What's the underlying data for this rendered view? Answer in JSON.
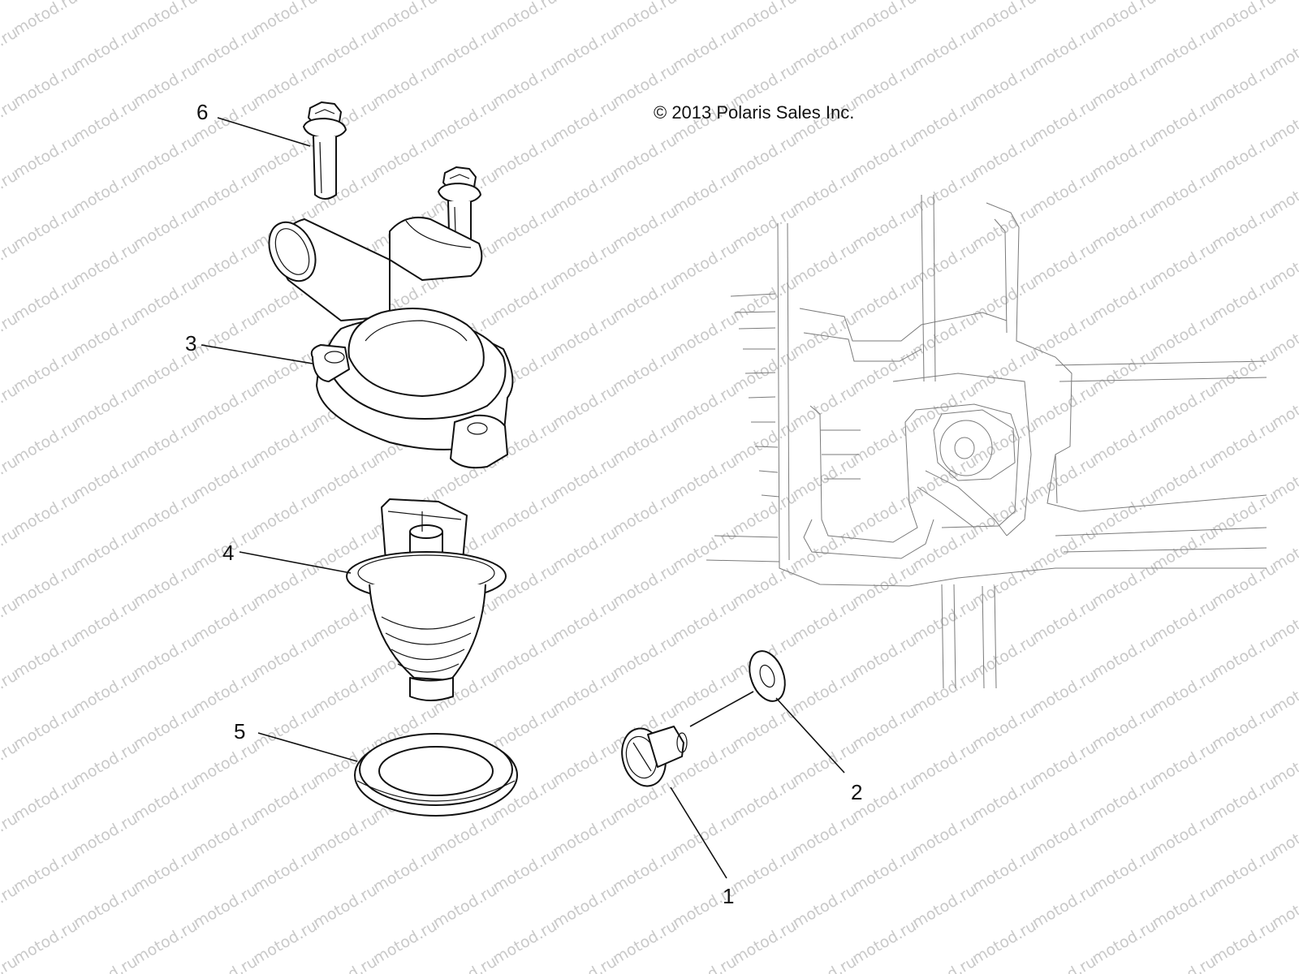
{
  "copyright": "© 2013 Polaris Sales Inc.",
  "watermark": "motod.ru",
  "callouts": {
    "one": "1",
    "two": "2",
    "three": "3",
    "four": "4",
    "five": "5",
    "six": "6"
  }
}
